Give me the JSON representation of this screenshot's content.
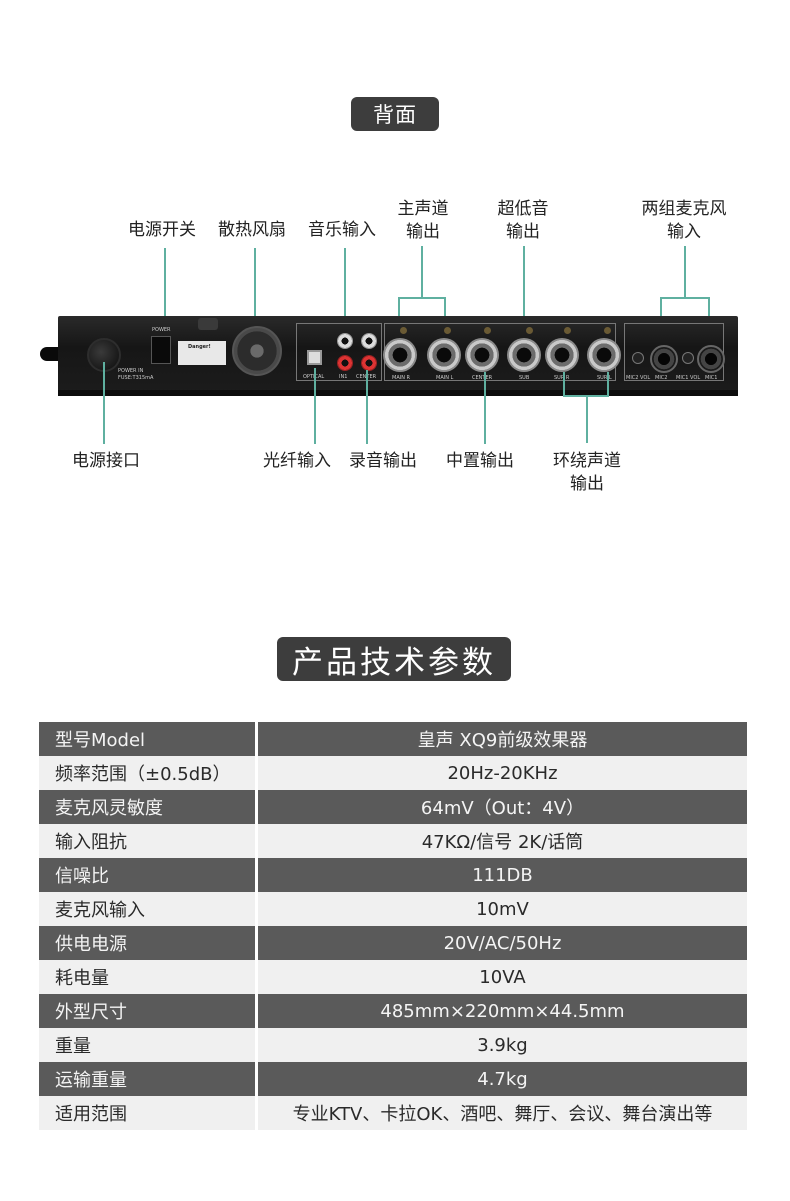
{
  "back_section": {
    "title": "背面",
    "labels": {
      "power_switch": "电源开关",
      "fan": "散热风扇",
      "music_input": "音乐输入",
      "main_output_line1": "主声道",
      "main_output_line2": "输出",
      "sub_output_line1": "超低音",
      "sub_output_line2": "输出",
      "mic_input_line1": "两组麦克风",
      "mic_input_line2": "输入",
      "power_port": "电源接口",
      "optical_input": "光纤输入",
      "record_output": "录音输出",
      "center_output": "中置输出",
      "surround_output_line1": "环绕声道",
      "surround_output_line2": "输出"
    },
    "panel_text": {
      "power": "POWER",
      "power_in": "POWER IN",
      "fuse": "FUSE:T315mA",
      "danger": "Danger!",
      "optical": "OPTICAL",
      "in1": "IN1",
      "center_rca": "CENTER",
      "main_r": "MAIN R",
      "main_l": "MAIN L",
      "center": "CENTER",
      "sub": "SUB",
      "sur_r": "SUR R",
      "sur_l": "SUR L",
      "mic2_vol": "MIC2 VOL",
      "mic2": "MIC2",
      "mic1_vol": "MIC1 VOL",
      "mic1": "MIC1"
    }
  },
  "spec_section": {
    "title": "产品技术参数",
    "rows": [
      {
        "label": "型号Model",
        "value": "皇声 XQ9前级效果器"
      },
      {
        "label": "频率范围（±0.5dB）",
        "value": "20Hz-20KHz"
      },
      {
        "label": "麦克风灵敏度",
        "value": "64mV（Out：4V）"
      },
      {
        "label": "输入阻抗",
        "value": "47KΩ/信号 2K/话筒"
      },
      {
        "label": "信噪比",
        "value": "111DB"
      },
      {
        "label": "麦克风输入",
        "value": "10mV"
      },
      {
        "label": "供电电源",
        "value": "20V/AC/50Hz"
      },
      {
        "label": "耗电量",
        "value": "10VA"
      },
      {
        "label": "外型尺寸",
        "value": "485mm×220mm×44.5mm"
      },
      {
        "label": "重量",
        "value": "3.9kg"
      },
      {
        "label": "运输重量",
        "value": "4.7kg"
      },
      {
        "label": "适用范围",
        "value": "专业KTV、卡拉OK、酒吧、舞厅、会议、舞台演出等"
      }
    ]
  }
}
